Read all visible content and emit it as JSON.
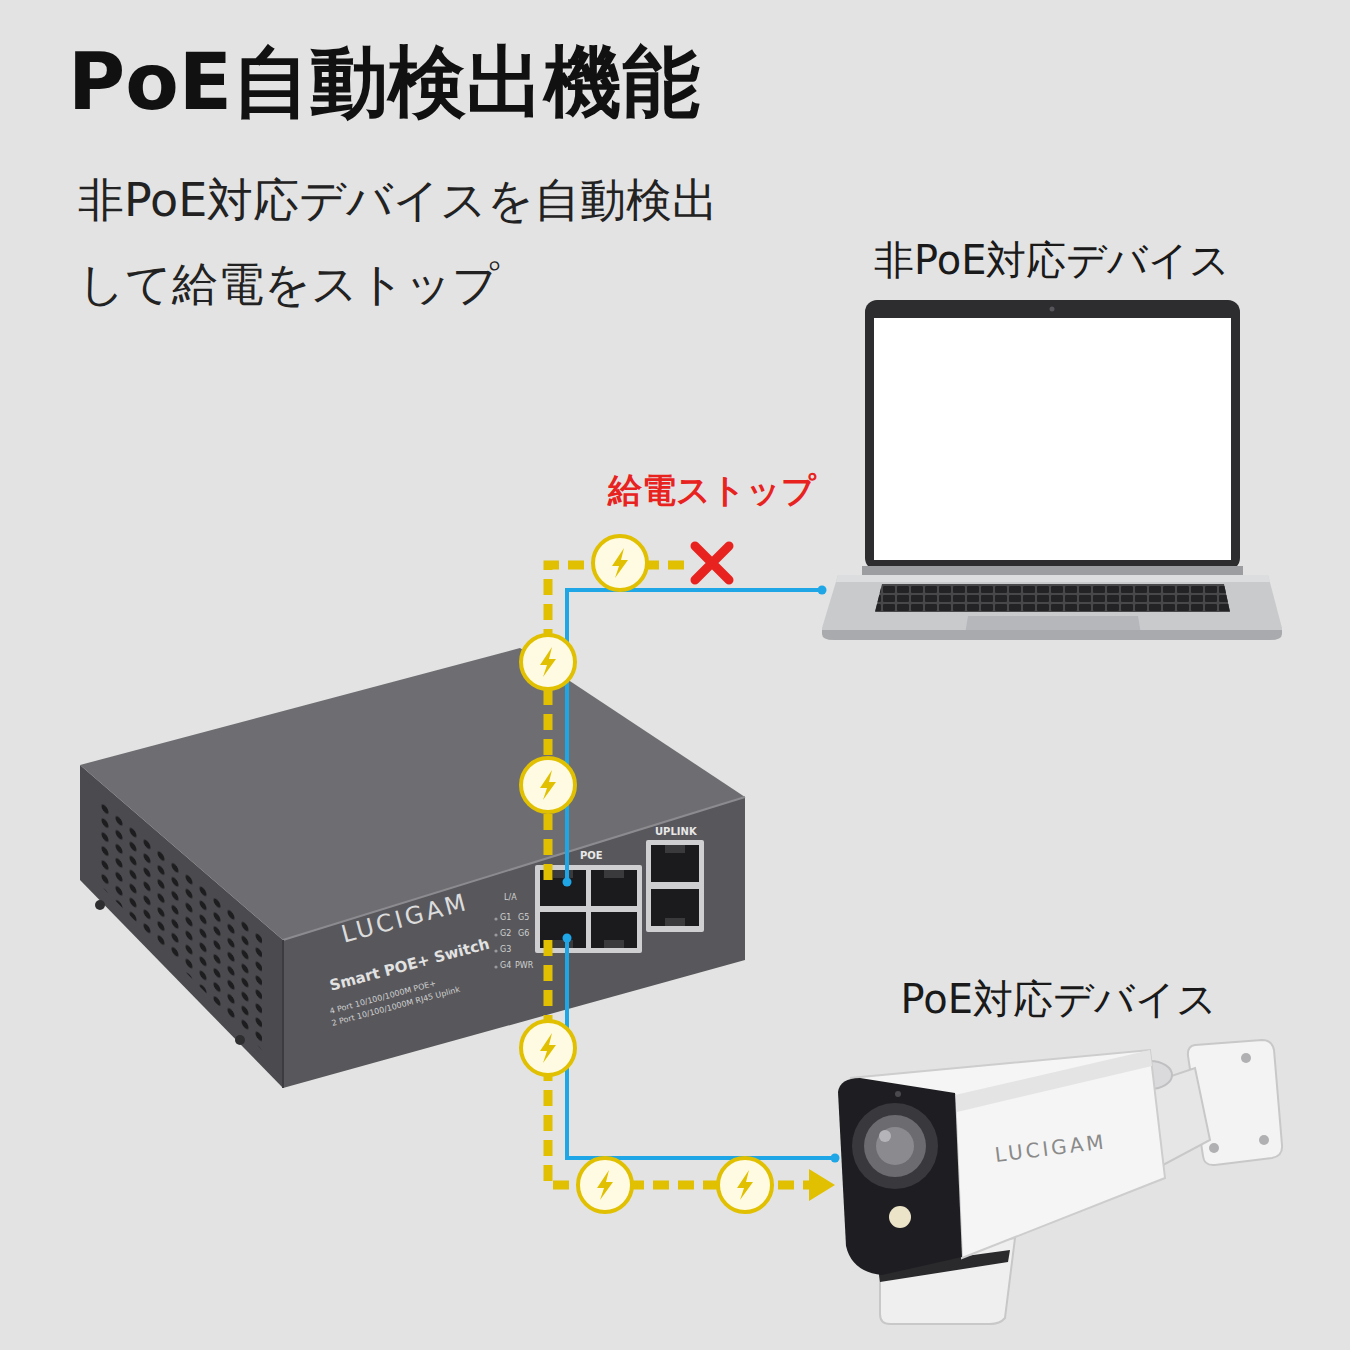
{
  "diagram": {
    "title": "PoE自動検出機能",
    "nodes": [
      {
        "text": [
          "非PoE対応デバイス"
        ]
      },
      {
        "text": [
          "POE",
          "UPLINK",
          "LUCIGAM",
          "Smart POE+ Switch",
          "4 Port 10/100/1000M POE+",
          "2 Port 10/100/1000M RJ45 Uplink"
        ]
      },
      {
        "text": [
          "PoE対応デバイス",
          "LUCIGAM"
        ]
      }
    ],
    "edges": [
      {
        "from": 1,
        "to": 0,
        "label": "給電ストップ",
        "arrow": "none"
      },
      {
        "from": 1,
        "to": 2,
        "arrow": "to"
      }
    ],
    "labels": [
      "非PoE対応デバイスを自動検出 して給電をストップ",
      "L/A",
      "G1",
      "G5",
      "G2",
      "G6",
      "G3",
      "G4",
      "PWR"
    ]
  }
}
